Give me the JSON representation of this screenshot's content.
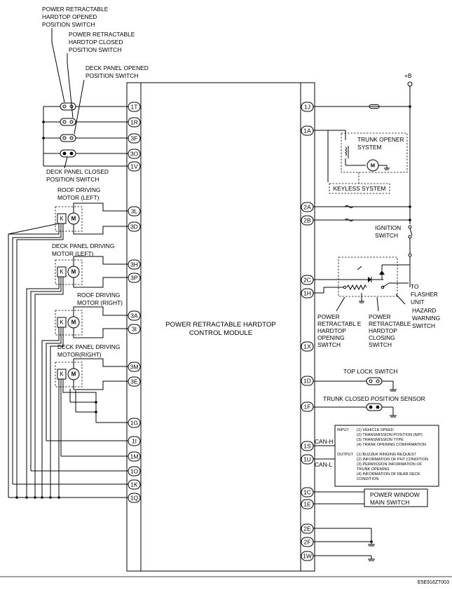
{
  "module": {
    "title_line1": "POWER RETRACTABLE HARDTOP",
    "title_line2": "CONTROL MODULE"
  },
  "pins_left": [
    "1T",
    "1R",
    "3F",
    "3O",
    "1V",
    "3L",
    "3D",
    "3H",
    "3P",
    "3A",
    "3I",
    "3M",
    "3E",
    "1G",
    "1I",
    "1M",
    "1O",
    "1K",
    "1Q"
  ],
  "pins_right": [
    "1J",
    "1A",
    "2A",
    "2B",
    "2C",
    "1H",
    "1X",
    "1D",
    "1F",
    "1S",
    "1U",
    "1C",
    "1E",
    "2E",
    "2F",
    "1W"
  ],
  "labels": {
    "hardtop_opened": [
      "POWER RETRACTABLE",
      "HARDTOP OPENED",
      "POSITION SWITCH"
    ],
    "hardtop_closed": [
      "POWER RETRACTABLE",
      "HARDTOP CLOSED",
      "POSITION SWITCH"
    ],
    "deck_opened": [
      "DECK PANEL OPENED",
      "POSITION SWITCH"
    ],
    "deck_closed": [
      "DECK PANEL CLOSED",
      "POSITION SWITCH"
    ],
    "roof_left": [
      "ROOF DRIVING",
      "MOTOR (LEFT)"
    ],
    "deck_left": [
      "DECK PANEL DRIVING",
      "MOTOR (LEFT)"
    ],
    "roof_right": [
      "ROOF DRIVING",
      "MOTOR (RIGHT)"
    ],
    "deck_right": [
      "DECK PANEL DRIVING",
      "MOTOR(RIGHT)"
    ],
    "battery": "+B",
    "trunk_opener": [
      "TRUNK OPENER",
      "SYSTEM"
    ],
    "keyless": "KEYLESS SYSTEM",
    "ignition": [
      "IGNITION",
      "SWITCH"
    ],
    "to_flasher": [
      "TO",
      "FLASHER",
      "UNIT"
    ],
    "hazard": [
      "HAZARD",
      "WARNING",
      "SWITCH"
    ],
    "prh_opening": [
      "POWER",
      "RETRACTABL E",
      "HARDTOP",
      "OPENING",
      "SWITCH"
    ],
    "prh_closing": [
      "POWER",
      "RETRACTABLE",
      "HARDTOP",
      "CLOSING",
      "SWITCH"
    ],
    "top_lock": "TOP LOCK SWITCH",
    "trunk_closed": "TRUNK CLOSED POSITION SENSOR",
    "can_h": "CAN-H",
    "can_l": "CAN-L",
    "window_switch": [
      "POWER WINDOW",
      "MAIN SWITCH"
    ],
    "motor_symbol": "M",
    "hall_symbol": "K",
    "figure_code": "E5E916ZT003"
  },
  "can_info": {
    "input_heading": "INPUT",
    "input_items": [
      "(1) VEHICLE SPEED",
      "(2) TRANSMISSION POSITION (N/P)",
      "(3) TRANSMISSION TYPE",
      "(4) TRANK OPENING CONFIRMATION"
    ],
    "output_heading": "OUTPUT",
    "output_items": [
      "(1) BUZZER RINGING REQUEST",
      "(2) INFORMATION OF PHT CONDITION",
      "(3) PERMISSION INFORMATION OF",
      "TRUNK OPENING",
      "(4) INFORMATION OF REAR DECK",
      "CONDITION"
    ]
  }
}
